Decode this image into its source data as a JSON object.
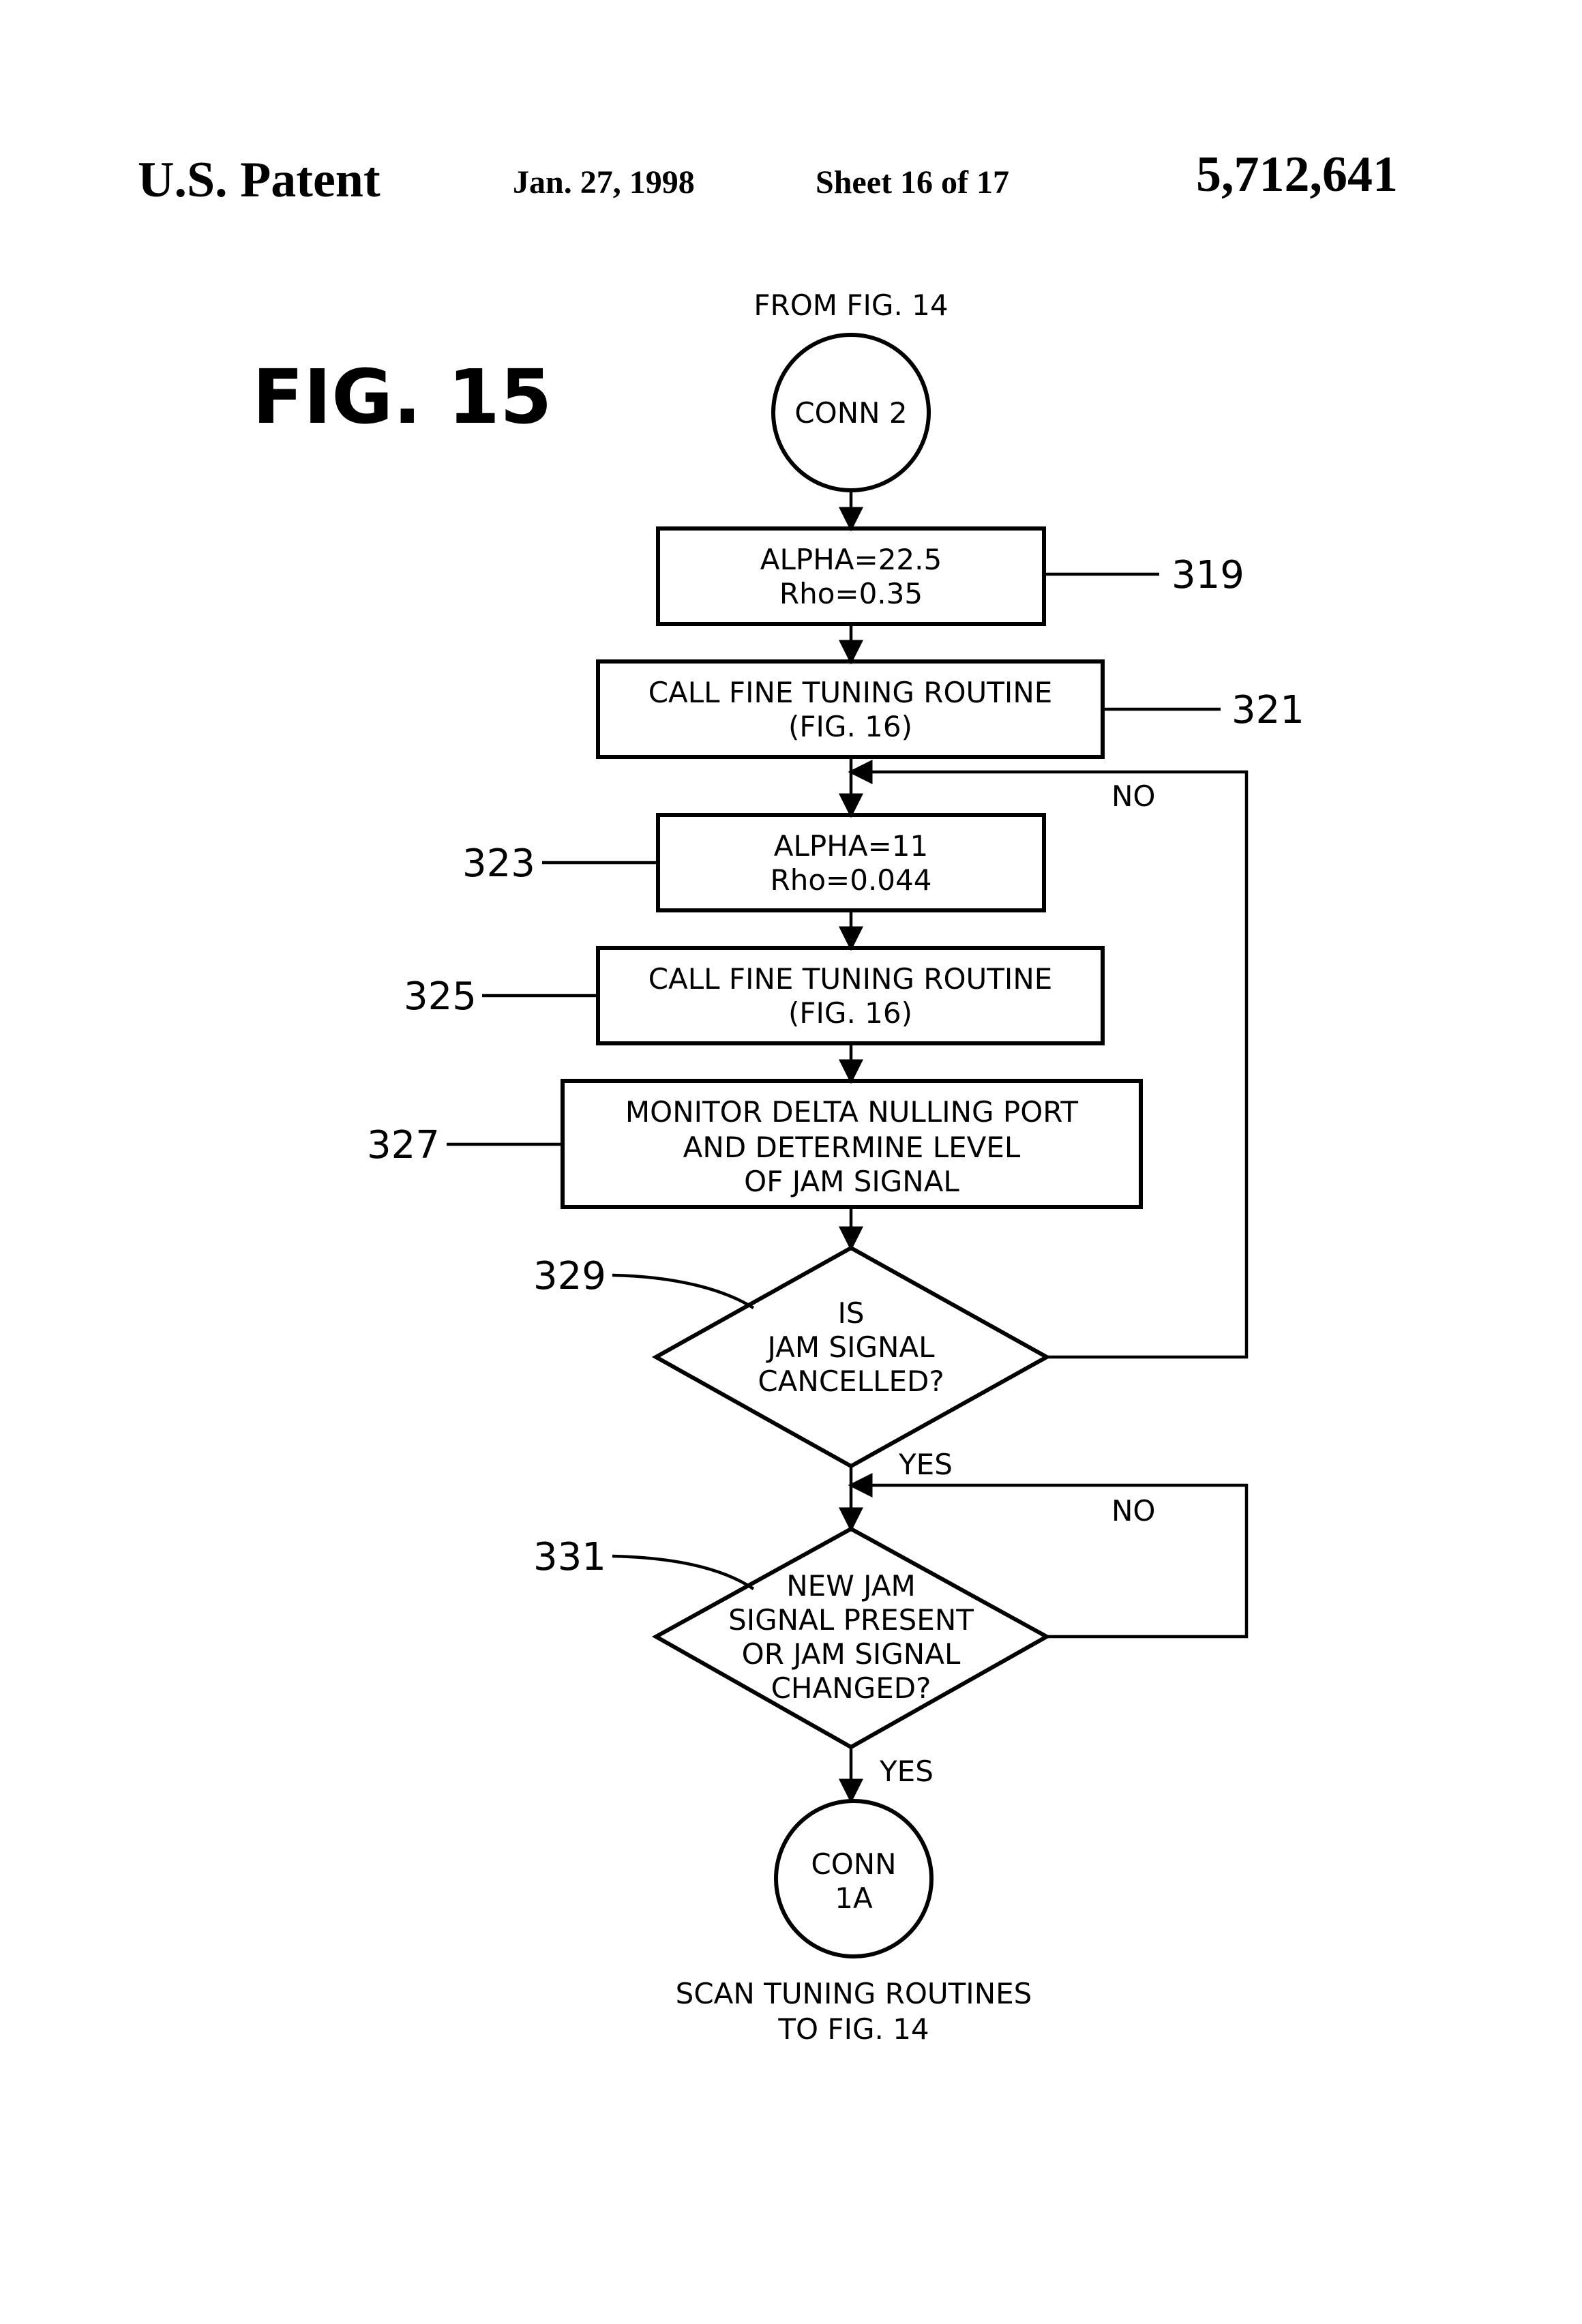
{
  "header": {
    "label": "U.S. Patent",
    "date": "Jan. 27, 1998",
    "sheet": "Sheet 16 of 17",
    "number": "5,712,641"
  },
  "figure": {
    "title": "FIG. 15",
    "from_label": "FROM FIG. 14",
    "start_connector": "CONN 2",
    "nodes": {
      "n319": {
        "line1": "ALPHA=22.5",
        "line2": "Rho=0.35",
        "ref": "319"
      },
      "n321": {
        "line1": "CALL FINE TUNING ROUTINE",
        "line2": "(FIG. 16)",
        "ref": "321"
      },
      "n323": {
        "line1": "ALPHA=11",
        "line2": "Rho=0.044",
        "ref": "323"
      },
      "n325": {
        "line1": "CALL FINE TUNING ROUTINE",
        "line2": "(FIG. 16)",
        "ref": "325"
      },
      "n327": {
        "line1": "MONITOR DELTA NULLING PORT",
        "line2": "AND DETERMINE LEVEL",
        "line3": "OF JAM SIGNAL",
        "ref": "327"
      },
      "n329": {
        "line1": "IS",
        "line2": "JAM SIGNAL",
        "line3": "CANCELLED?",
        "ref": "329",
        "yes": "YES",
        "no": "NO"
      },
      "n331": {
        "line1": "NEW JAM",
        "line2": "SIGNAL PRESENT",
        "line3": "OR JAM SIGNAL",
        "line4": "CHANGED?",
        "ref": "331",
        "yes": "YES",
        "no": "NO"
      }
    },
    "end_connector": {
      "line1": "CONN",
      "line2": "1A"
    },
    "end_label": {
      "line1": "SCAN TUNING ROUTINES",
      "line2": "TO FIG. 14"
    }
  }
}
